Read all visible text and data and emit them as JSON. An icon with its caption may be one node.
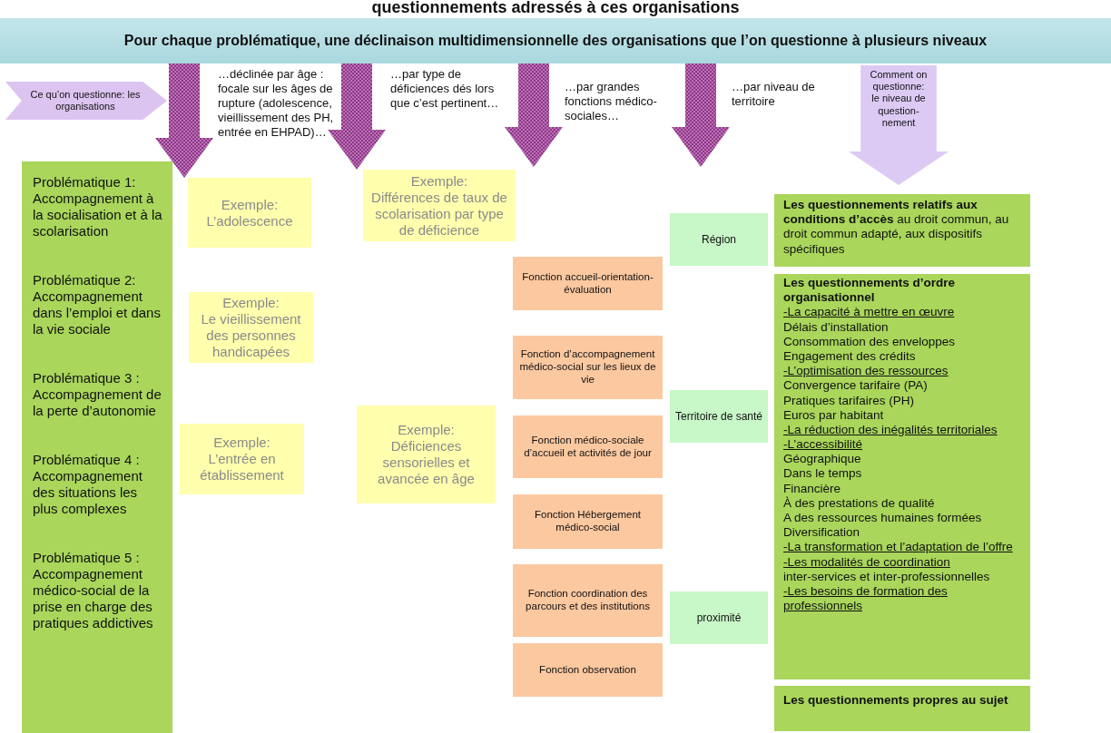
{
  "diagram": {
    "title": "questionnements adressés à ces organisations",
    "nodes": [
      {
        "text": [
          "Pour chaque problématique, une déclinaison multidimensionnelle des organisations que l’on questionne à plusieurs niveaux"
        ]
      },
      {
        "text": [
          "Ce qu’on questionne: les organisations"
        ]
      },
      {
        "text": [
          "Comment on questionne: le niveau de question- nement"
        ]
      },
      {
        "text": [
          "Problématique 1: Accompagnement à la socialisation et à la scolarisation",
          "Problématique 2: Accompagnement dans l’emploi et dans la vie sociale",
          "Problématique 3 : Accompagnement de la perte d’autonomie",
          "Problématique 4 : Accompagnement des situations les plus complexes",
          "Problématique 5 : Accompagnement médico-social de la prise en charge des pratiques addictives"
        ]
      },
      {
        "text": [
          "Exemple:",
          "L’adolescence"
        ]
      },
      {
        "text": [
          "Exemple:",
          "Le vieillissement des personnes handicapées"
        ]
      },
      {
        "text": [
          "Exemple:",
          "L’entrée en établissement"
        ]
      },
      {
        "text": [
          "Exemple:",
          "Différences de taux de scolarisation par type de déficience"
        ]
      },
      {
        "text": [
          "Exemple:",
          "Déficiences sensorielles et avancée en âge"
        ]
      },
      {
        "text": [
          "Fonction accueil-orientation-évaluation"
        ]
      },
      {
        "text": [
          "Fonction d’accompagnement médico-social sur les lieux de vie"
        ]
      },
      {
        "text": [
          "Fonction médico-sociale d’accueil et activités de jour"
        ]
      },
      {
        "text": [
          "Fonction Hébergement médico-social"
        ]
      },
      {
        "text": [
          "Fonction coordination des parcours et des institutions"
        ]
      },
      {
        "text": [
          "Fonction observation"
        ]
      },
      {
        "text": [
          "Région"
        ]
      },
      {
        "text": [
          "Territoire de santé"
        ]
      },
      {
        "text": [
          "proximité"
        ]
      },
      {
        "text": [
          "**Les questionnements relatifs aux conditions d’accès** au droit commun, au droit commun adapté, aux dispositifs spécifiques"
        ]
      },
      {
        "text": [
          "Les questionnements d’ordre organisationnel",
          "-La capacité à mettre en œuvre",
          "Délais d’installation",
          "Consommation des enveloppes",
          "Engagement des crédits",
          "-L’optimisation des ressources",
          "Convergence tarifaire (PA)",
          "Pratiques tarifaires (PH)",
          "Euros par habitant",
          "-La réduction des inégalités territoriales",
          "-L’accessibilité",
          "Géographique",
          "Dans le temps",
          "Financière",
          "À des prestations de qualité",
          "A des ressources humaines formées",
          "Diversification",
          "-La transformation et l’adaptation de l’offre",
          "-Les modalités de coordination",
          "inter-services et inter-professionnelles",
          "-Les besoins de formation des professionnels"
        ]
      },
      {
        "text": [
          "Les questionnements propres au sujet"
        ]
      }
    ],
    "edges": [
      {
        "from": 0,
        "to": 4,
        "arrow": "to"
      },
      {
        "from": 0,
        "to": 7,
        "arrow": "to"
      },
      {
        "from": 0,
        "to": null,
        "arrow": "to"
      },
      {
        "from": 0,
        "to": null,
        "arrow": "to"
      }
    ],
    "labels": [
      "…déclinée par âge : focale sur les âges de rupture (adolescence, vieillissement des PH, entrée en EHPAD)…",
      "…par type de déficiences dés lors que c’est pertinent…",
      "…par grandes fonctions médico-sociales…",
      "…par niveau de territoire"
    ]
  }
}
